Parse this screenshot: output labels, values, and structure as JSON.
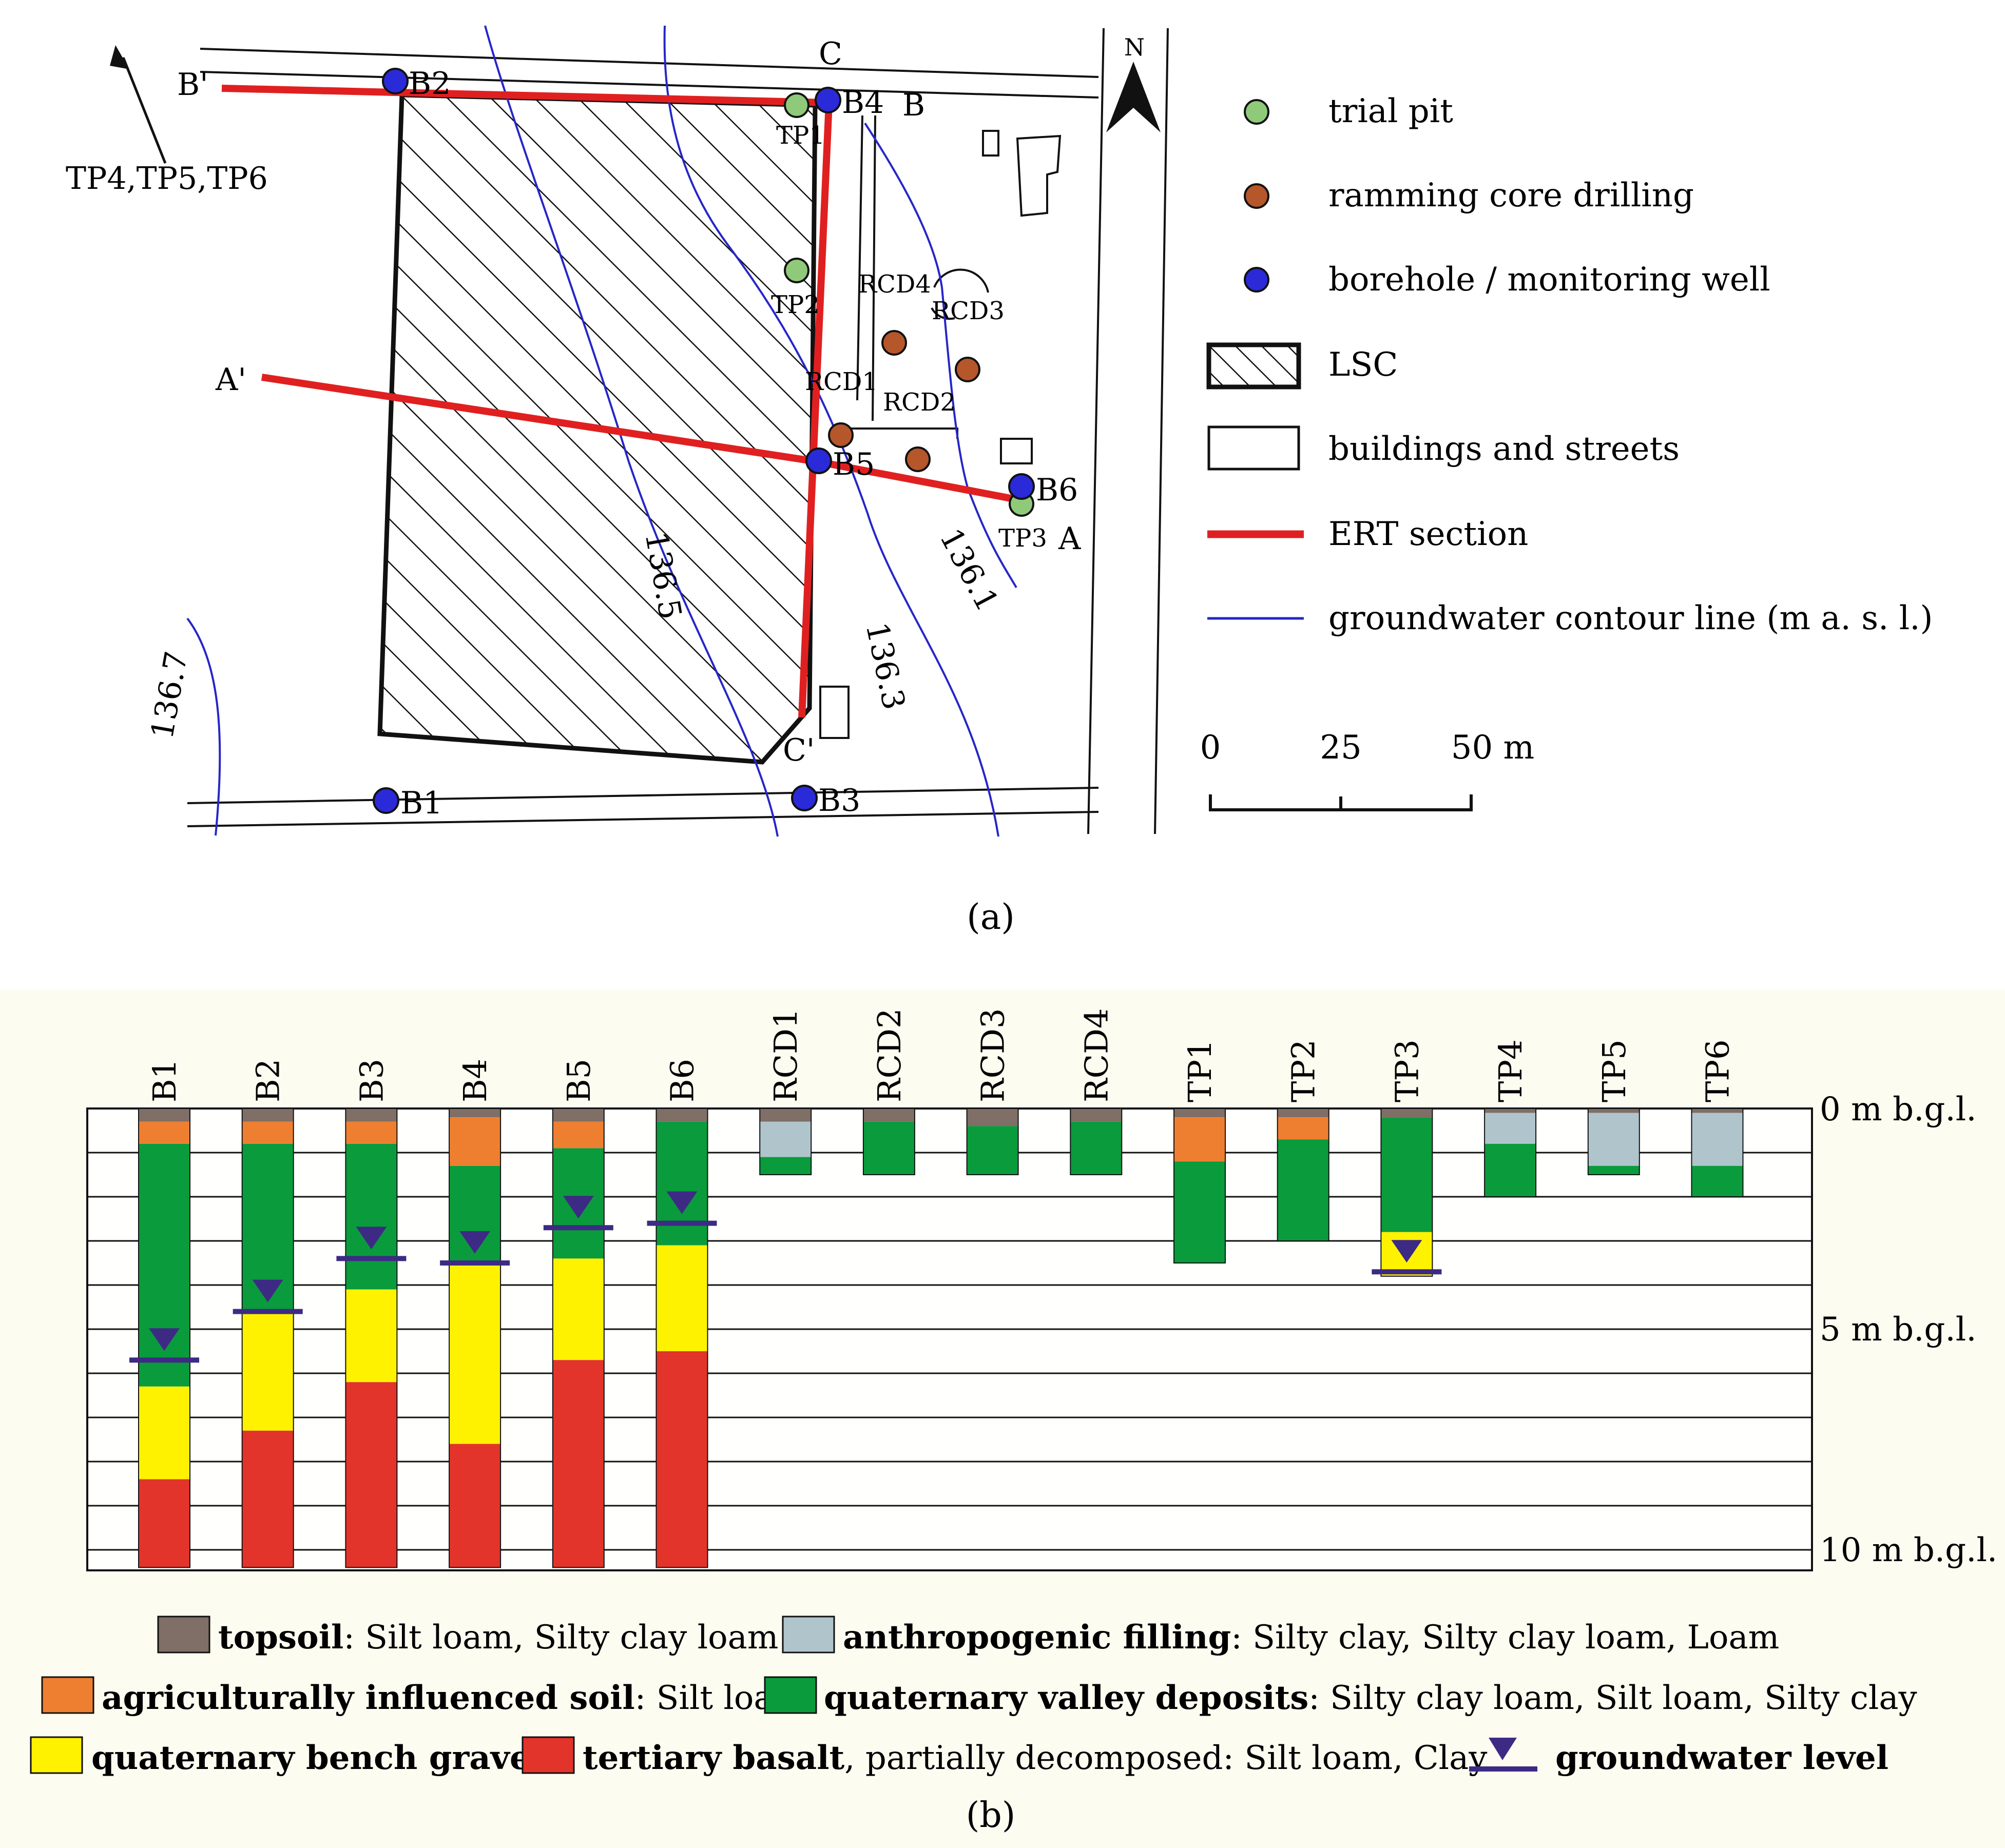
{
  "panel_a": {
    "caption": "(a)",
    "north_label": "N",
    "legend": [
      {
        "kind": "trial-pit",
        "label": "trial pit",
        "color": "#8fc97a"
      },
      {
        "kind": "ramming-core",
        "label": "ramming core drilling",
        "color": "#b5562b"
      },
      {
        "kind": "borehole",
        "label": "borehole / monitoring well",
        "color": "#2a2ad8"
      },
      {
        "kind": "lsc",
        "label": "LSC"
      },
      {
        "kind": "buildings",
        "label": "buildings and streets"
      },
      {
        "kind": "ert",
        "label": "ERT section",
        "color": "#e02020"
      },
      {
        "kind": "contour",
        "label": "groundwater contour line (m a. s. l.)",
        "color": "#2626c8"
      }
    ],
    "scale": {
      "ticks": [
        "0",
        "25",
        "50 m"
      ]
    },
    "section_labels": {
      "B_prime": "B'",
      "B": "B",
      "C": "C",
      "C_prime": "C'",
      "A": "A",
      "A_prime": "A'"
    },
    "offmap_note": "TP4,TP5,TP6",
    "contours": [
      "136.7",
      "136.5",
      "136.3",
      "136.1"
    ],
    "points": {
      "B1": "B1",
      "B2": "B2",
      "B3": "B3",
      "B4": "B4",
      "B5": "B5",
      "B6": "B6",
      "TP1": "TP1",
      "TP2": "TP2",
      "TP3": "TP3",
      "RCD1": "RCD1",
      "RCD2": "RCD2",
      "RCD3": "RCD3",
      "RCD4": "RCD4"
    }
  },
  "panel_b": {
    "caption": "(b)",
    "depth_labels": [
      "0 m b.g.l.",
      "5 m b.g.l.",
      "10 m b.g.l."
    ],
    "legend": [
      {
        "key": "topsoil",
        "bold": "topsoil",
        "rest": ": Silt loam, Silty clay loam"
      },
      {
        "key": "anthro",
        "bold": "anthropogenic filling",
        "rest": ": Silty clay, Silty clay loam, Loam"
      },
      {
        "key": "agri",
        "bold": "agriculturally influenced soil",
        "rest": ": Silt loam"
      },
      {
        "key": "valley",
        "bold": "quaternary valley deposits",
        "rest": ": Silty clay loam, Silt loam, Silty clay"
      },
      {
        "key": "gravel",
        "bold": "quaternary bench gravel",
        "rest": ""
      },
      {
        "key": "basalt",
        "bold": "tertiary basalt",
        "rest": ", partially decomposed: Silt loam, Clay"
      },
      {
        "key": "gw",
        "bold": "groundwater level",
        "rest": ""
      }
    ]
  },
  "chart_data": {
    "type": "stratigraphic-columns",
    "unit": "m b.g.l.",
    "depth_range": [
      0,
      10.4
    ],
    "colors": {
      "topsoil": "#7f6f66",
      "agri": "#ee7f30",
      "valley": "#0a9b3c",
      "anthro": "#b0c4cc",
      "gravel": "#fff200",
      "basalt": "#e2342a",
      "gw": "#3d2a84"
    },
    "columns": [
      {
        "name": "B1",
        "layers": [
          [
            "topsoil",
            0,
            0.3
          ],
          [
            "agri",
            0.3,
            0.8
          ],
          [
            "valley",
            0.8,
            6.3
          ],
          [
            "gravel",
            6.3,
            8.4
          ],
          [
            "basalt",
            8.4,
            10.4
          ]
        ],
        "gw": 5.7
      },
      {
        "name": "B2",
        "layers": [
          [
            "topsoil",
            0,
            0.3
          ],
          [
            "agri",
            0.3,
            0.8
          ],
          [
            "valley",
            0.8,
            4.6
          ],
          [
            "gravel",
            4.6,
            7.3
          ],
          [
            "basalt",
            7.3,
            10.4
          ]
        ],
        "gw": 4.6
      },
      {
        "name": "B3",
        "layers": [
          [
            "topsoil",
            0,
            0.3
          ],
          [
            "agri",
            0.3,
            0.8
          ],
          [
            "valley",
            0.8,
            4.1
          ],
          [
            "gravel",
            4.1,
            6.2
          ],
          [
            "basalt",
            6.2,
            10.4
          ]
        ],
        "gw": 3.4
      },
      {
        "name": "B4",
        "layers": [
          [
            "topsoil",
            0,
            0.2
          ],
          [
            "agri",
            0.2,
            1.3
          ],
          [
            "valley",
            1.3,
            3.5
          ],
          [
            "gravel",
            3.5,
            7.6
          ],
          [
            "basalt",
            7.6,
            10.4
          ]
        ],
        "gw": 3.5
      },
      {
        "name": "B5",
        "layers": [
          [
            "topsoil",
            0,
            0.3
          ],
          [
            "agri",
            0.3,
            0.9
          ],
          [
            "valley",
            0.9,
            3.4
          ],
          [
            "gravel",
            3.4,
            5.7
          ],
          [
            "basalt",
            5.7,
            10.4
          ]
        ],
        "gw": 2.7
      },
      {
        "name": "B6",
        "layers": [
          [
            "topsoil",
            0,
            0.3
          ],
          [
            "valley",
            0.3,
            3.1
          ],
          [
            "gravel",
            3.1,
            5.5
          ],
          [
            "basalt",
            5.5,
            10.4
          ]
        ],
        "gw": 2.6
      },
      {
        "name": "RCD1",
        "layers": [
          [
            "topsoil",
            0,
            0.3
          ],
          [
            "anthro",
            0.3,
            1.1
          ],
          [
            "valley",
            1.1,
            1.5
          ]
        ]
      },
      {
        "name": "RCD2",
        "layers": [
          [
            "topsoil",
            0,
            0.3
          ],
          [
            "valley",
            0.3,
            1.5
          ]
        ]
      },
      {
        "name": "RCD3",
        "layers": [
          [
            "topsoil",
            0,
            0.4
          ],
          [
            "valley",
            0.4,
            1.5
          ]
        ]
      },
      {
        "name": "RCD4",
        "layers": [
          [
            "topsoil",
            0,
            0.3
          ],
          [
            "valley",
            0.3,
            1.5
          ]
        ]
      },
      {
        "name": "TP1",
        "layers": [
          [
            "topsoil",
            0,
            0.2
          ],
          [
            "agri",
            0.2,
            1.2
          ],
          [
            "valley",
            1.2,
            3.5
          ]
        ]
      },
      {
        "name": "TP2",
        "layers": [
          [
            "topsoil",
            0,
            0.2
          ],
          [
            "agri",
            0.2,
            0.7
          ],
          [
            "valley",
            0.7,
            3.0
          ]
        ]
      },
      {
        "name": "TP3",
        "layers": [
          [
            "topsoil",
            0,
            0.2
          ],
          [
            "valley",
            0.2,
            2.8
          ],
          [
            "gravel",
            2.8,
            3.8
          ]
        ],
        "gw": 3.7
      },
      {
        "name": "TP4",
        "layers": [
          [
            "topsoil",
            0,
            0.1
          ],
          [
            "anthro",
            0.1,
            0.8
          ],
          [
            "valley",
            0.8,
            2.0
          ]
        ]
      },
      {
        "name": "TP5",
        "layers": [
          [
            "topsoil",
            0,
            0.1
          ],
          [
            "anthro",
            0.1,
            1.3
          ],
          [
            "valley",
            1.3,
            1.5
          ]
        ]
      },
      {
        "name": "TP6",
        "layers": [
          [
            "topsoil",
            0,
            0.1
          ],
          [
            "anthro",
            0.1,
            1.3
          ],
          [
            "valley",
            1.3,
            2.0
          ]
        ]
      }
    ]
  }
}
